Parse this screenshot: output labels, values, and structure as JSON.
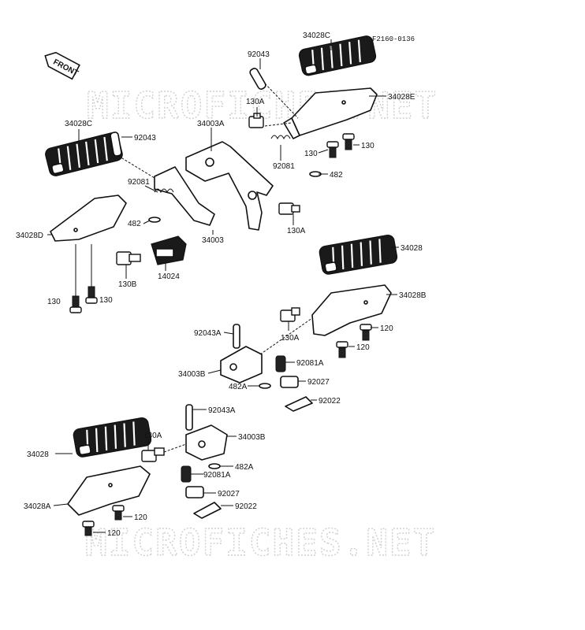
{
  "diagram": {
    "ref_code": "F2160-0136",
    "direction_label": "FRONT",
    "watermark": "MICROFICHES.NET",
    "labels": {
      "p34028C_top": "34028C",
      "p92043_top": "92043",
      "p34028E": "34028E",
      "p130A_top": "130A",
      "p34003A": "34003A",
      "p130_r1": "130",
      "p130_r2": "130",
      "p92081_top": "92081",
      "p482_top": "482",
      "p34028C_left": "34028C",
      "p92043_left": "92043",
      "p92081_left": "92081",
      "p482_left": "482",
      "p130A_mid": "130A",
      "p34003": "34003",
      "p34028D": "34028D",
      "p130B": "130B",
      "p14024": "14024",
      "p130_l1": "130",
      "p130_l2": "130",
      "p34028_right": "34028",
      "p34028B": "34028B",
      "p92043A_right": "92043A",
      "p130A_right": "130A",
      "p120_r1": "120",
      "p120_r2": "120",
      "p34003B_right": "34003B",
      "p92081A_right": "92081A",
      "p482A_right": "482A",
      "p92027_right": "92027",
      "p92022_right": "92022",
      "p92043A_low": "92043A",
      "p130A_low": "130A",
      "p34003B_low": "34003B",
      "p34028_left": "34028",
      "p482A_low": "482A",
      "p92081A_low": "92081A",
      "p92027_low": "92027",
      "p34028A": "34028A",
      "p92022_low": "92022",
      "p120_l1": "120",
      "p120_l2": "120"
    },
    "colors": {
      "line": "#111111",
      "watermark": "#cfcfcf",
      "background": "#ffffff"
    }
  }
}
